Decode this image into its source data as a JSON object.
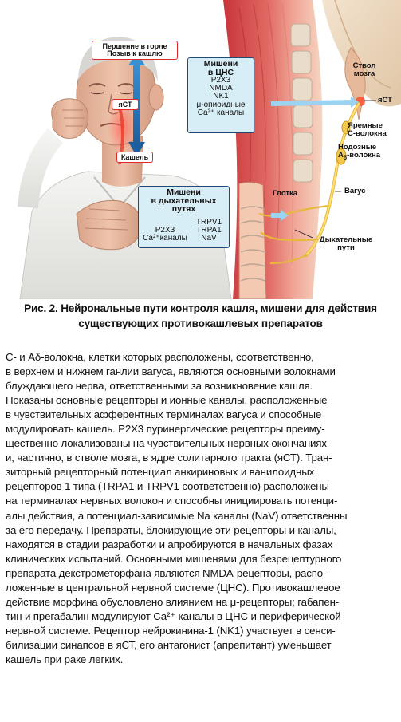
{
  "figure": {
    "labels": {
      "throat_irritation": "Першение в горле",
      "cough_urge": "Позыв к кашлю",
      "nts": "яСТ",
      "cough": "Кашель",
      "brainstem_line1": "Ствол",
      "brainstem_line2": "мозга",
      "nts_right": "яСТ",
      "jugular_line1": "Яремные",
      "jugular_line2": "С-волокна",
      "nodose_line1": "Нодозные",
      "nodose_line2_main": "А",
      "nodose_line2_sub": "δ",
      "nodose_line2_tail": "-волокна",
      "vagus": "Вагус",
      "pharynx": "Глотка",
      "airways_line1": "Дыхательные",
      "airways_line2": "пути"
    },
    "cns_box": {
      "title_line1": "Мишени",
      "title_line2": "в ЦНС",
      "items": [
        "P2X3",
        "NMDA",
        "NK1",
        "μ-опиоидные",
        "Ca²⁺ каналы"
      ]
    },
    "airway_box": {
      "title_line1": "Мишени",
      "title_line2": "в дыхательных",
      "title_line3": "путях",
      "left_items": [
        "P2X3",
        "Ca²⁺каналы"
      ],
      "right_items": [
        "TRPV1",
        "TRPA1",
        "NaV"
      ]
    }
  },
  "caption": {
    "line1": "Рис. 2. Нейрональные пути контроля кашля, мишени для действия",
    "line2": "существующих противокашлевых препаратов"
  },
  "body_lines": [
    "С- и Aδ-волокна, клетки которых расположены, соответственно,",
    "в верхнем и нижнем ганлии вагуса, являются основными волокнами",
    "блуждающего нерва, ответственными за возникновение кашля.",
    "Показаны основные рецепторы и ионные каналы, расположенные",
    "в чувствительных афферентных терминалах вагуса и способные",
    "модулировать кашель. P2X3 пуринергические рецепторы преиму-",
    "щественно локализованы на чувствительных нервных окончаниях",
    "и, частично, в стволе мозга, в ядре солитарного тракта (яСТ). Тран-",
    "зиторный рецепторный потенциал анкириновых и ванилоидных",
    "рецепторов 1 типа (TRPA1 и TRPV1 соответственно) расположены",
    "на терминалах нервных волокон и способны инициировать потенци-",
    "алы действия, а потенциал-зависимые Na каналы (NaV) ответственны",
    "за его передачу. Препараты, блокирующие эти рецепторы и каналы,",
    "находятся в стадии разработки и апробируются в начальных фазах",
    "клинических испытаний. Основными мишенями для безрецептурного",
    "препарата декстрометорфана являются NMDA-рецепторы, распо-",
    "ложенные в центральной нервной системе (ЦНС). Противокашлевое",
    "действие морфина обусловлено влиянием на μ-рецепторы; габапен-",
    "тин и прегабалин модулируют Ca²⁺ каналы в ЦНС и периферической",
    "нервной системе. Рецептор нейрокинина-1 (NK1) участвует в сенси-",
    "билизации синапсов в яСТ, его антагонист (апрепитант) уменьшает",
    "кашель при раке легких."
  ]
}
